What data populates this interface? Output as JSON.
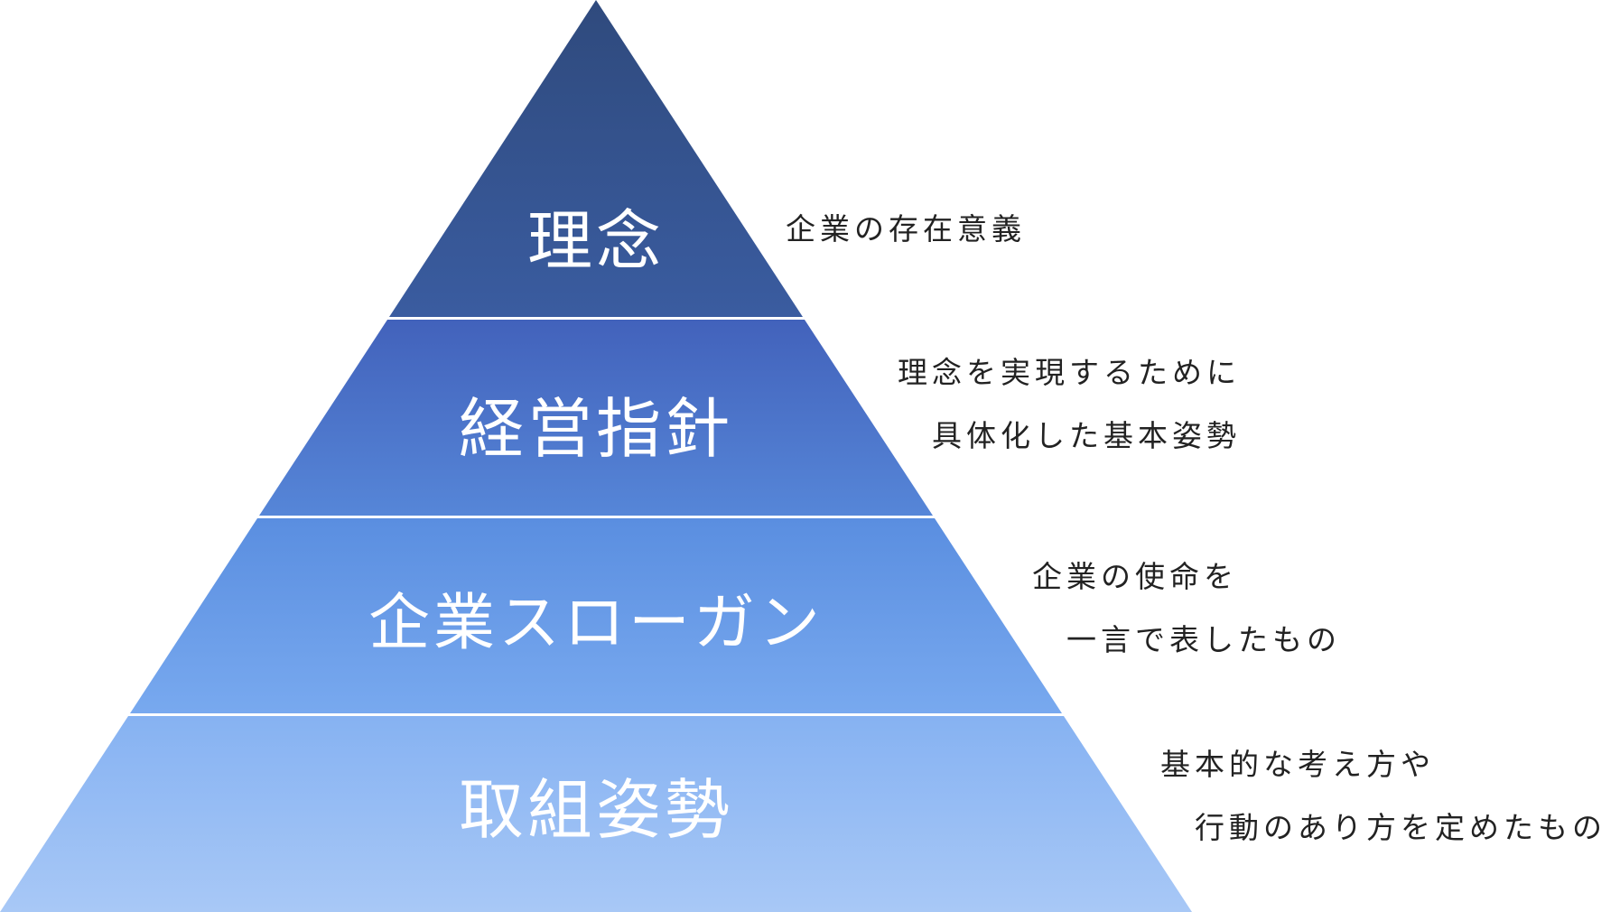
{
  "pyramid": {
    "tiers": [
      {
        "label": "理念",
        "description": [
          "企業の存在意義"
        ],
        "gradient": [
          "#2f4a7d",
          "#3a5ca0"
        ]
      },
      {
        "label": "経営指針",
        "description": [
          "理念を実現するために",
          "具体化した基本姿勢"
        ],
        "gradient": [
          "#4262bb",
          "#5686d8"
        ]
      },
      {
        "label": "企業スローガン",
        "description": [
          "企業の使命を",
          "一言で表したもの"
        ],
        "gradient": [
          "#5a8ee0",
          "#78a9ef"
        ]
      },
      {
        "label": "取組姿勢",
        "description": [
          "基本的な考え方や",
          "行動のあり方を定めたもの"
        ],
        "gradient": [
          "#86b2f2",
          "#a8c8f6"
        ]
      }
    ],
    "divider_color": "#ffffff",
    "text_color": "#222222"
  }
}
